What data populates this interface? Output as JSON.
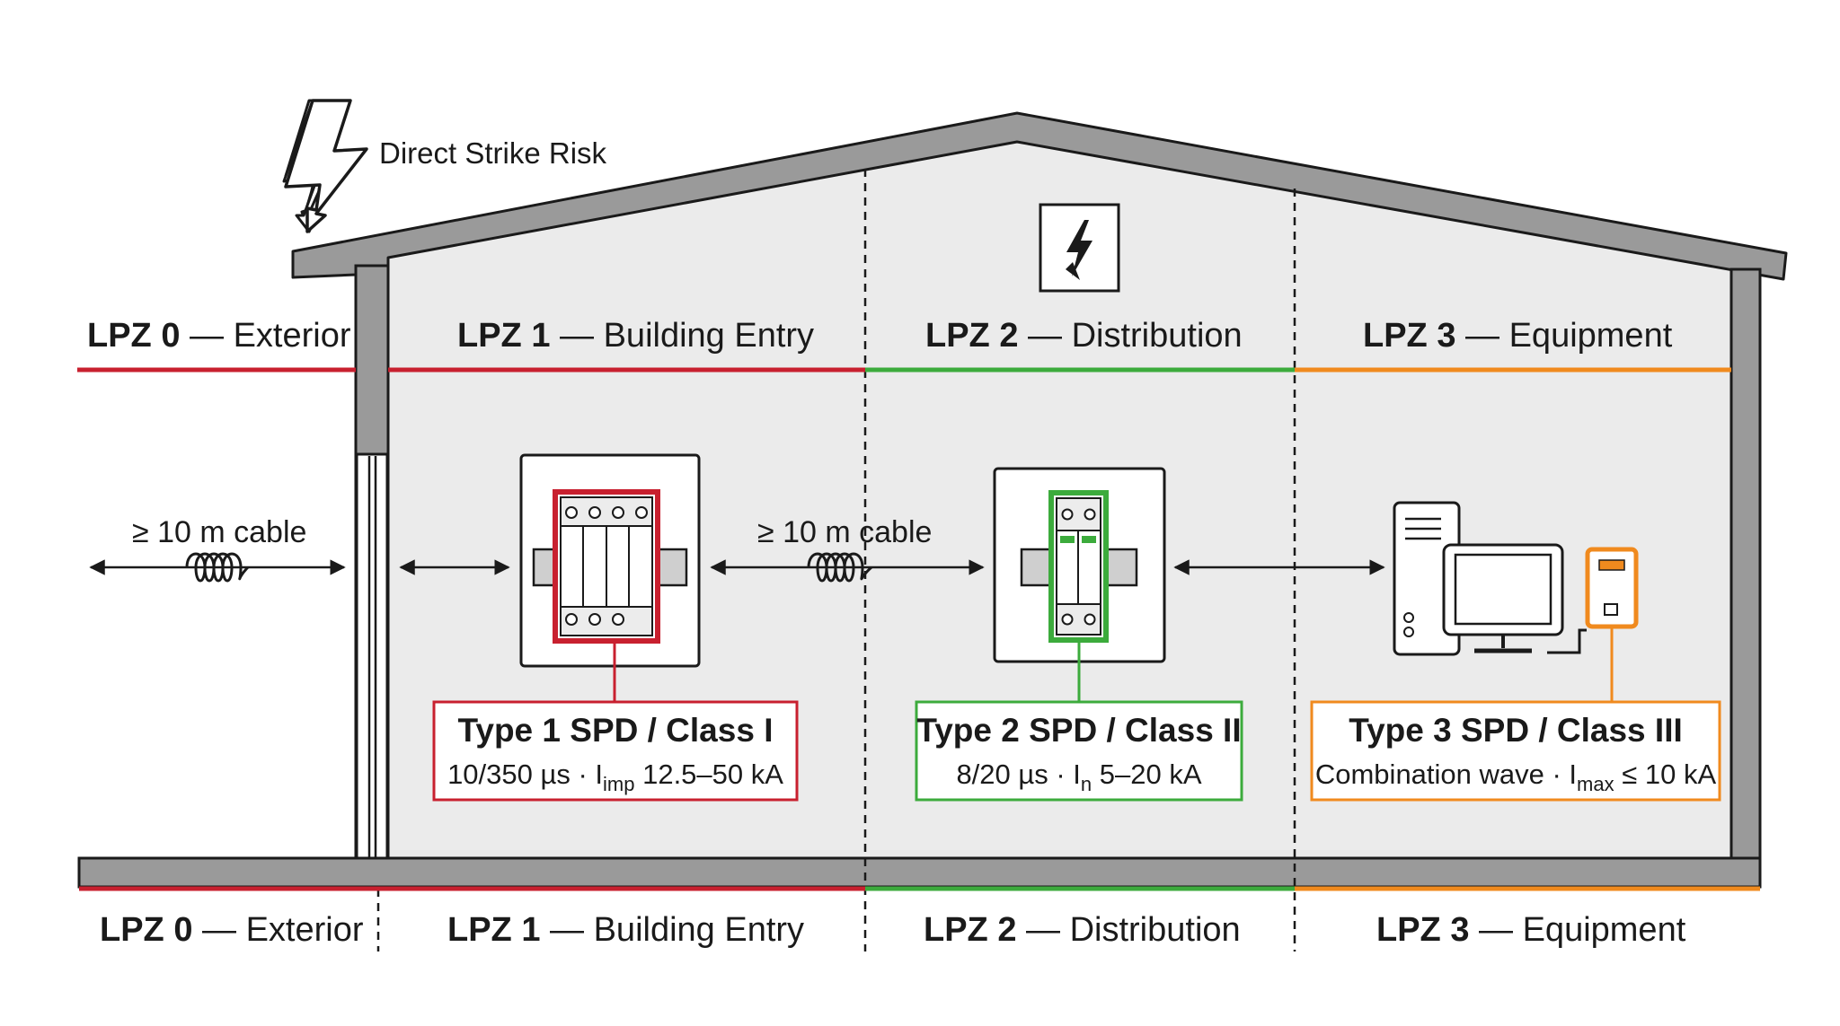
{
  "strike_label": "Direct Strike Risk",
  "zones_top": [
    {
      "code": "LPZ 0",
      "name": "— Exterior"
    },
    {
      "code": "LPZ 1",
      "name": "— Building Entry"
    },
    {
      "code": "LPZ 2",
      "name": "— Distribution"
    },
    {
      "code": "LPZ 3",
      "name": "— Equipment"
    }
  ],
  "zones_bottom": [
    {
      "code": "LPZ 0",
      "name": "— Exterior"
    },
    {
      "code": "LPZ 1",
      "name": "— Building Entry"
    },
    {
      "code": "LPZ 2",
      "name": "— Distribution"
    },
    {
      "code": "LPZ 3",
      "name": "— Equipment"
    }
  ],
  "cable_labels": [
    "≥ 10 m cable",
    "≥ 10 m cable"
  ],
  "spd": [
    {
      "title": "Type 1 SPD / Class I",
      "spec_pre": "10/350 µs · I",
      "spec_sub": "imp",
      "spec_post": " 12.5–50 kA"
    },
    {
      "title": "Type 2 SPD / Class II",
      "spec_pre": "8/20 µs · I",
      "spec_sub": "n",
      "spec_post": " 5–20 kA"
    },
    {
      "title": "Type 3 SPD / Class III",
      "spec_pre": "Combination wave · I",
      "spec_sub": "max",
      "spec_post": " ≤ 10 kA"
    }
  ],
  "colors": {
    "lpz1": "#c8202f",
    "lpz2": "#3cab3c",
    "lpz3": "#f08a1e",
    "wall": "#9a9a9a",
    "interior": "#ebebeb"
  },
  "icons": [
    "lightning-bolt-icon",
    "high-voltage-sign-icon",
    "coil-icon",
    "double-arrow-icon",
    "computer-icon",
    "plug-in-protector-icon"
  ]
}
